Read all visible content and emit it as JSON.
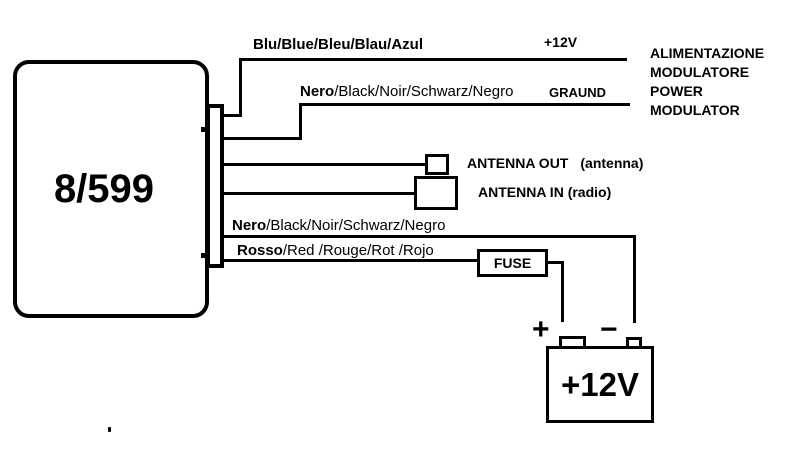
{
  "colors": {
    "ink": "#000000",
    "background": "#ffffff"
  },
  "device": {
    "label": "8/599"
  },
  "wires": {
    "blue": {
      "name": "Blu/Blue/Bleu/Blau/Azul",
      "terminal_label": "+12V"
    },
    "ground": {
      "name_bold": "Nero",
      "name_rest": "/Black/Noir/Schwarz/Negro",
      "terminal_label": "GRAUND"
    },
    "black_negative": {
      "name_bold": "Nero",
      "name_rest": "/Black/Noir/Schwarz/Negro"
    },
    "red_positive": {
      "name_bold": "Rosso",
      "name_rest": "/Red /Rouge/Rot /Rojo"
    }
  },
  "antenna_out": {
    "label": "ANTENNA OUT",
    "note": "(antenna)"
  },
  "antenna_in": {
    "label": "ANTENNA IN (radio)"
  },
  "fuse": {
    "label": "FUSE"
  },
  "battery": {
    "label": "+12V",
    "plus_sign": "+",
    "minus_sign": "−"
  },
  "power_note": {
    "lines": [
      "ALIMENTAZIONE",
      "MODULATORE",
      "POWER",
      "MODULATOR"
    ]
  }
}
